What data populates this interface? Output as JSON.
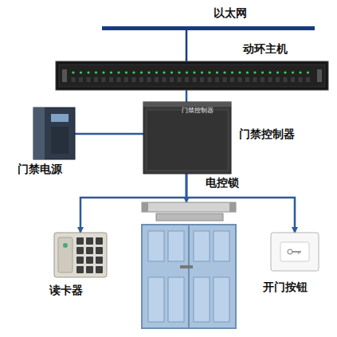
{
  "diagram": {
    "nodes": [
      {
        "text": [
          "以太网"
        ]
      },
      {
        "text": [
          "动环主机"
        ]
      },
      {
        "text": [
          "门禁控制器",
          "门禁控制器"
        ]
      },
      {
        "text": [
          "门禁电源"
        ]
      },
      {
        "text": [
          "电控锁"
        ]
      },
      {
        "text": [
          "读卡器"
        ]
      },
      {
        "text": [
          "开门按钮"
        ]
      }
    ],
    "edges": [
      {
        "from": 0,
        "to": 1,
        "arrow": "none"
      },
      {
        "from": 1,
        "to": 2,
        "arrow": "none"
      },
      {
        "from": 3,
        "to": 2,
        "arrow": "none"
      },
      {
        "from": 2,
        "to": 4,
        "arrow": "to"
      },
      {
        "from": 2,
        "to": 5,
        "arrow": "to"
      },
      {
        "from": 2,
        "to": 6,
        "arrow": "to"
      }
    ]
  }
}
